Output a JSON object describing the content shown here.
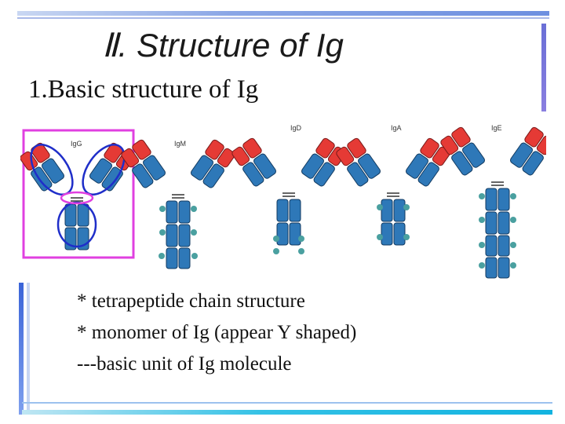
{
  "slide": {
    "title": "Ⅱ. Structure of Ig",
    "subtitle": "1.Basic structure of Ig",
    "bullets": [
      "* tetrapeptide chain structure",
      "* monomer of Ig (appear Y shaped)",
      "---basic unit of Ig molecule"
    ]
  },
  "figure": {
    "antibody_labels": [
      "IgG",
      "IgM",
      "IgD",
      "IgA",
      "IgE"
    ]
  },
  "colors": {
    "accent_bar": "#5b7fd6",
    "constant_domain": "#2e78b8",
    "variable_domain": "#e53a35",
    "highlight_box": "#e040e0",
    "ellipse": "#1f2ec9",
    "glycan": "#4aa0a0"
  }
}
